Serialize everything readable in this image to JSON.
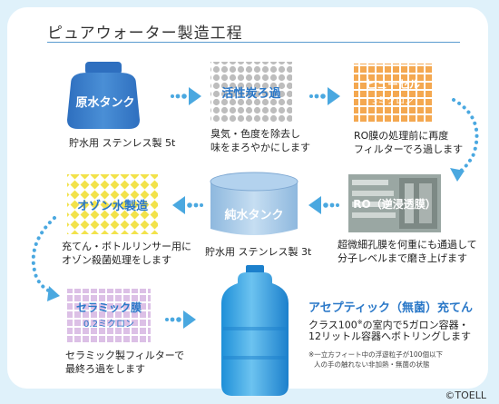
{
  "title": "ピュアウォーター製造工程",
  "copyright": "©TOELL",
  "steps": {
    "raw_tank": {
      "label": "原水タンク",
      "caption": [
        "貯水用 ステンレス製 5t"
      ]
    },
    "carbon": {
      "label": "活性炭ろ過",
      "caption": [
        "臭気・色度を除去し",
        "味をまろやかにします"
      ]
    },
    "hugh_cell": {
      "label": "ヒューセル",
      "sublabel": "3ミクロン",
      "caption": [
        "RO膜の処理前に再度",
        "フィルターでろ過します"
      ]
    },
    "ozone": {
      "label": "オゾン水製造",
      "caption": [
        "充てん・ボトルリンサー用に",
        "オゾン殺菌処理をします"
      ]
    },
    "pure_tank": {
      "label": "純水タンク",
      "caption": [
        "貯水用 ステンレス製 3t"
      ]
    },
    "ro": {
      "label": "RO（逆浸透膜）",
      "caption": [
        "超微細孔膜を何重にも通過して",
        "分子レベルまで磨き上げます"
      ]
    },
    "ceramic": {
      "label": "セラミック膜",
      "sublabel": "0.2ミクロン",
      "caption": [
        "セラミック製フィルターで",
        "最終ろ過をします"
      ]
    },
    "aseptic": {
      "title": "アセプティック（無菌）充てん",
      "lines": [
        "クラス100",
        "の室内で5ガロン容器・",
        "12リットル容器へボトリングします"
      ],
      "sup": "※",
      "note": [
        "※一立方フィート中の浮遊粒子が100個以下",
        "人の手の触れない非加熱・無菌の状態"
      ]
    }
  },
  "colors": {
    "accent": "#2a78c8",
    "arrow": "#4aa8e0",
    "gray_grid": "#bdbdbd",
    "orange_grid": "#f4a850",
    "yellow_grid": "#f2e24a",
    "pink_grid": "#d9b8e0"
  }
}
